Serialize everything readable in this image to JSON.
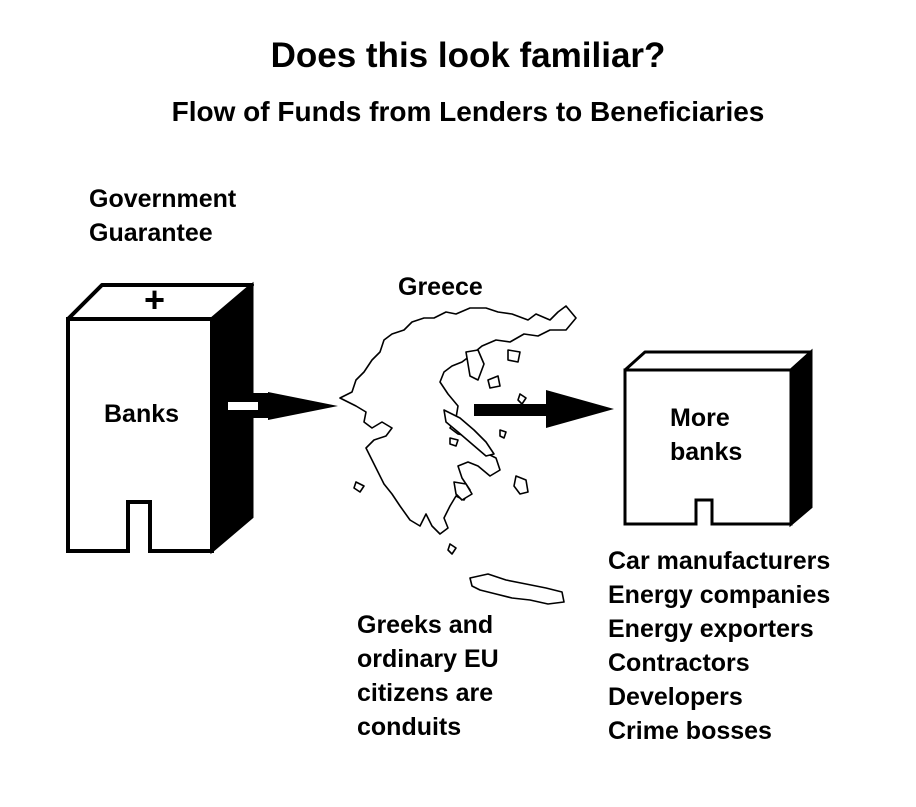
{
  "title": "Does this look familiar?",
  "subtitle": "Flow of Funds from Lenders to Beneficiaries",
  "guarantee_lines": [
    "Government",
    "Guarantee"
  ],
  "bank_label": "Banks",
  "plus_symbol": "+",
  "minus_symbol": "−",
  "greece_label": "Greece",
  "more_banks_lines": [
    "More",
    "banks"
  ],
  "conduits_lines": [
    "Greeks and",
    "ordinary EU",
    "citizens are",
    "conduits"
  ],
  "beneficiaries": [
    "Car manufacturers",
    "Energy companies",
    "Energy exporters",
    "Contractors",
    "Developers",
    "Crime bosses"
  ],
  "colors": {
    "ink": "#000000",
    "paper": "#ffffff"
  }
}
